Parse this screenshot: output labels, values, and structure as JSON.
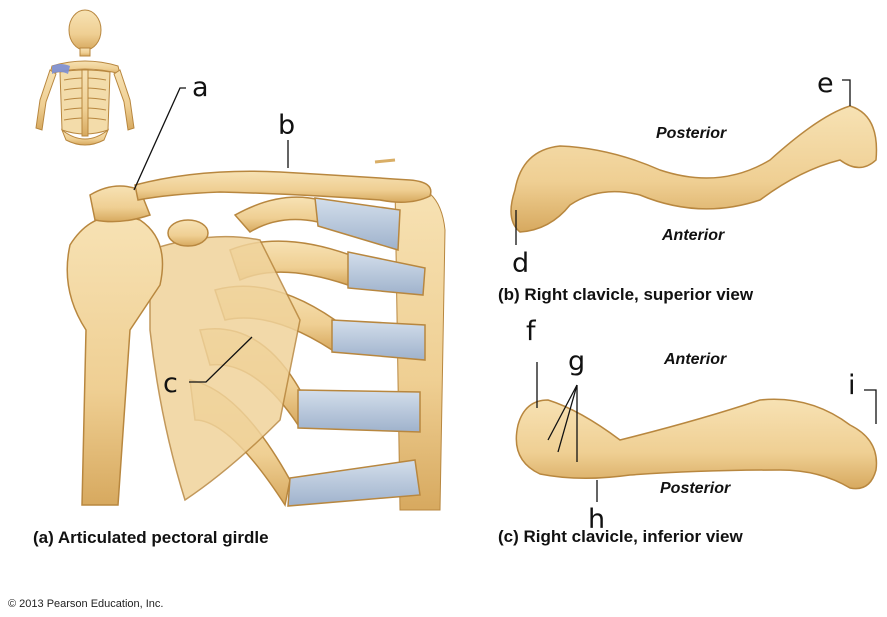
{
  "labels": {
    "a": "a",
    "b": "b",
    "c": "c",
    "d": "d",
    "e": "e",
    "f": "f",
    "g": "g",
    "h": "h",
    "i": "i"
  },
  "panels": {
    "a_caption": "(a) Articulated pectoral girdle",
    "b_caption": "(b) Right clavicle, superior view",
    "c_caption": "(c) Right clavicle, inferior view"
  },
  "directions": {
    "b_top": "Posterior",
    "b_bottom": "Anterior",
    "c_top": "Anterior",
    "c_bottom": "Posterior"
  },
  "credit": "© 2013 Pearson Education, Inc.",
  "colors": {
    "bone": "#f1d49c",
    "bone_shade": "#d9ae66",
    "bone_dark": "#b8873f",
    "cartilage": "#b9c8dc",
    "highlight": "#7b8fd6"
  }
}
